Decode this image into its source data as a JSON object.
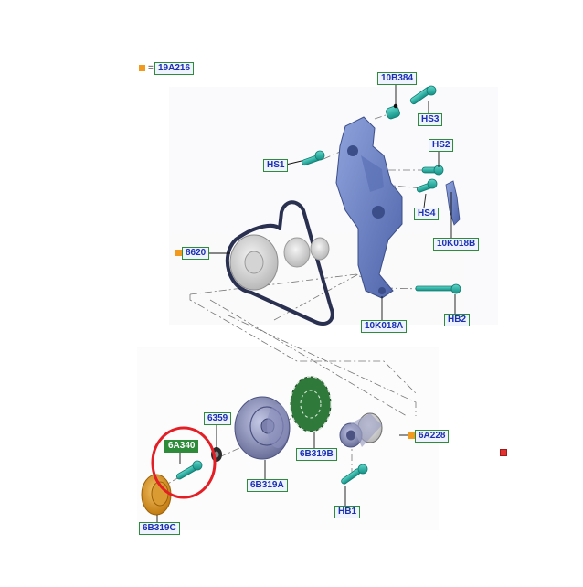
{
  "callouts": {
    "legend": "19A216",
    "c10B384": "10B384",
    "hs3": "HS3",
    "hs1": "HS1",
    "hs2": "HS2",
    "hs4": "HS4",
    "c10K018B": "10K018B",
    "c8620": "8620",
    "c10K018A": "10K018A",
    "hb2": "HB2",
    "c6359": "6359",
    "c6A340": "6A340",
    "c6B319B": "6B319B",
    "c6A228": "6A228",
    "c6B319A": "6B319A",
    "hb1": "HB1",
    "c6B319C": "6B319C"
  },
  "legend_symbol": "=",
  "colors": {
    "label_text": "#1a2fb0",
    "label_border": "#2e8b3a",
    "marker_orange": "#f29a1e",
    "bolt_teal": "#1fb3a6",
    "bracket_blue": "#6f86c8",
    "highlight_circle": "#e31e24"
  }
}
